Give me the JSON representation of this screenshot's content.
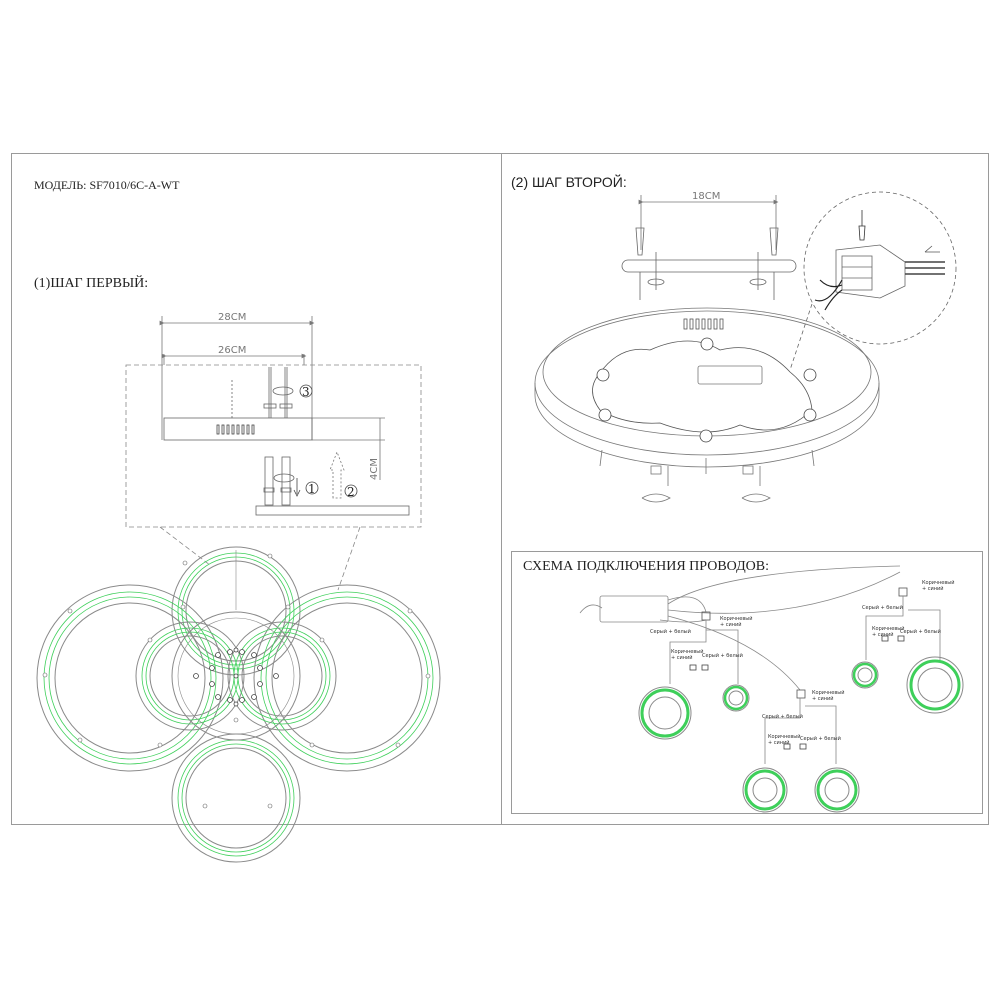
{
  "header": {
    "model_label": "МОДЕЛЬ: SF7010/6C-A-WT"
  },
  "step1": {
    "title": "(1)ШАГ ПЕРВЫЙ:",
    "dim_outer": "28CM",
    "dim_inner": "26CM",
    "dim_height": "4CM",
    "callouts": [
      "3",
      "1",
      "2"
    ]
  },
  "step2": {
    "title": "(2) ШАГ ВТОРОЙ:",
    "dim_width": "18CM"
  },
  "wiring": {
    "title": "СХЕМА ПОДКЛЮЧЕНИЯ ПРОВОДОВ:",
    "labels": {
      "red_blue": [
        "Коричневый",
        "+ синий"
      ],
      "gray_white": "Серый + белый"
    }
  },
  "colors": {
    "line": "#8a8a8a",
    "led_green": "#3ecf5a",
    "frame": "#9a9a9a"
  }
}
